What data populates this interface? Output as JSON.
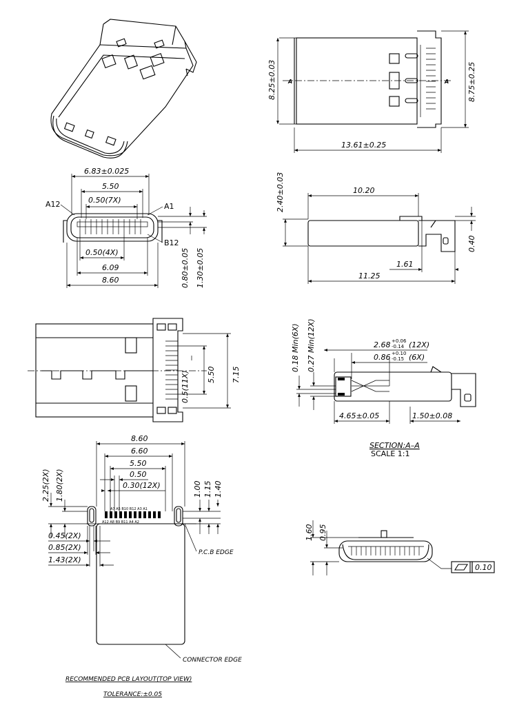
{
  "top_view": {
    "dims": {
      "height": "8.25±0.03",
      "height_outer": "8.75±0.25",
      "length": "13.61±0.25",
      "section_mark": "A"
    }
  },
  "front_view": {
    "dims": {
      "w_6_83": "6.83±0.025",
      "w_5_50": "5.50",
      "pitch_7x": "0.50(7X)",
      "pitch_4x": "0.50(4X)",
      "w_6_09": "6.09",
      "w_8_60": "8.60",
      "h_0_80": "0.80±0.05",
      "h_1_30": "1.30±0.05"
    },
    "pins": {
      "a12": "A12",
      "a1": "A1",
      "b12": "B12"
    }
  },
  "side_view": {
    "dims": {
      "h_2_40": "2.40±0.03",
      "l_10_20": "10.20",
      "l_1_61": "1.61",
      "l_11_25": "11.25",
      "h_0_40": "0.40"
    }
  },
  "bottom_view": {
    "dims": {
      "pitch_11x": "0.5(11X)",
      "w_5_50": "5.50",
      "w_7_15": "7.15"
    }
  },
  "section": {
    "dims": {
      "min_018": "0.18  Min(6X)",
      "min_027": "0.27  Min(12X)",
      "d_268": "2.68",
      "d_268_tol_up": "+0.06",
      "d_268_tol_dn": "-0.14",
      "d_268_cnt": "(12X)",
      "d_086": "0.86",
      "d_086_tol_up": "+0.10",
      "d_086_tol_dn": "-0.15",
      "d_086_cnt": "(6X)",
      "d_465": "4.65±0.05",
      "d_150": "1.50±0.08"
    },
    "title": "SECTION:A–A",
    "scale": "SCALE  1:1"
  },
  "pcb_layout": {
    "dims": {
      "w_8_60": "8.60",
      "w_6_60": "6.60",
      "w_5_50": "5.50",
      "w_0_50": "0.50",
      "w_0_30": "0.30(12X)",
      "h_2_25": "2.25(2X)",
      "h_1_80": "1.80(2X)",
      "h_1_00": "1.00",
      "h_1_15": "1.15",
      "h_1_40": "1.40",
      "w_0_45": "0.45(2X)",
      "w_0_85": "0.85(2X)",
      "w_1_43": "1.43(2X)"
    },
    "pad_labels_top": "A7  A5  B10 B12 A3  A1",
    "pad_labels_bot": "A12  A8  B9  B11  A4  A2",
    "pcb_edge": "P.C.B  EDGE",
    "connector_edge": "CONNECTOR  EDGE",
    "title": "RECOMMENDED  PCB  LAYOUT(TOP  VIEW)",
    "tolerance": "TOLERANCE:±0.05"
  },
  "end_view": {
    "dims": {
      "h_1_60": "1.60",
      "h_0_95": "0.95"
    },
    "flatness": "0.10"
  }
}
